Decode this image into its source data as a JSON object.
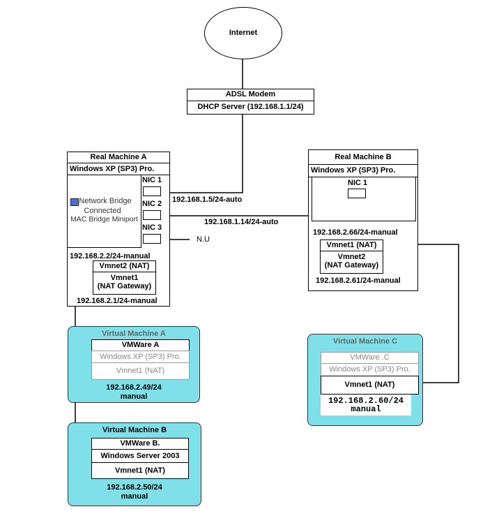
{
  "internet": {
    "label": "Internet"
  },
  "modem": {
    "title": "ADSL Modem",
    "dhcp": "DHCP Server (192.168.1.1/24)"
  },
  "real_a": {
    "title": "Real Machine A",
    "os": "Windows XP (SP3) Pro.",
    "nic1": "NIC 1",
    "nic2": "NIC 2",
    "nic3": "NIC 3",
    "bridge_line1": "Network Bridge",
    "bridge_line2": "Connected",
    "bridge_line3": "MAC Bridge Miniport",
    "ip_manual": "192.168.2.2/24-manual",
    "vmnet2": "Vmnet2 (NAT)",
    "vmnet1_line1": "Vmnet1",
    "vmnet1_line2": "(NAT Gateway)",
    "gateway_ip": "192.168.2.1/24-manual"
  },
  "link_a_nic1": "192.168.1.5/24-auto",
  "link_b_nic1": "192.168.1.14/24-auto",
  "nu_label": "N.U",
  "real_b": {
    "title": "Real Machine B",
    "os": "Windows XP (SP3) Pro.",
    "nic1": "NIC 1",
    "ip_manual": "192.168.2.66/24-manual",
    "vmnet1": "Vmnet1 (NAT)",
    "vmnet2_line1": "Vmnet2",
    "vmnet2_line2": "(NAT Gateway)",
    "gateway_ip": "192.168.2.61/24-manual"
  },
  "vm_a": {
    "title": "Virtual Machine A",
    "vmware": "VMWare  A",
    "os": "Windows XP (SP3) Pro.",
    "vmnet": "Vmnet1 (NAT)",
    "ip_line1": "192.168.2.49/24",
    "ip_line2": "manual"
  },
  "vm_b": {
    "title": "Virtual Machine B",
    "vmware": "VMWare  B.",
    "os": "Windows Server 2003",
    "vmnet": "Vmnet1 (NAT)",
    "ip_line1": "192.168.2.50/24",
    "ip_line2": "manual"
  },
  "vm_c": {
    "title": "Virtual Machine C",
    "vmware": "VMWare  .C",
    "os": "Windows XP (SP3) Pro.",
    "vmnet": "Vmnet1 (NAT)",
    "ip_line1": "192.168.2.60/24",
    "ip_line2": "manual"
  },
  "colors": {
    "vm_fill": "#7fe0ea",
    "line": "#000000"
  }
}
